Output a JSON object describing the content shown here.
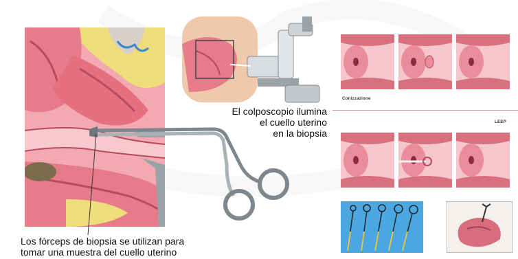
{
  "labels": {
    "colposcope_line1": "El colposcopio ilumina",
    "colposcope_line2": "el cuello uterino",
    "colposcope_line3": "en la biopsia",
    "forceps_line1": "Los fórceps de biopsia se utilizan para",
    "forceps_line2": "tomar una muestra del cuello uterino",
    "conization": "Conizzazione",
    "leep": "LEEP"
  },
  "colors": {
    "tissue_pink": "#e9808c",
    "tissue_light": "#f4b7be",
    "fat_yellow": "#efdc7a",
    "panel_pink": "#d9707e",
    "instrument_gray": "#9aa3a8",
    "blue_panel": "#4aa7df",
    "divider": "#c9a0a8"
  }
}
